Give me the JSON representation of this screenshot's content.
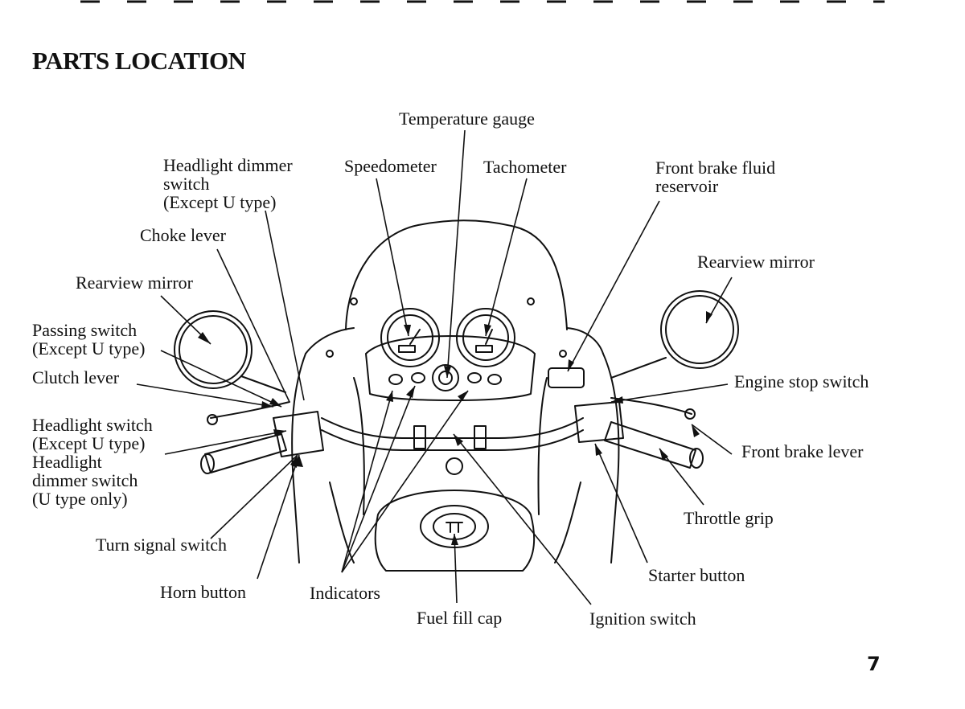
{
  "page": {
    "title": "PARTS LOCATION",
    "page_number": "7"
  },
  "labels": {
    "temperature_gauge": "Temperature gauge",
    "headlight_dimmer_switch": [
      "Headlight dimmer",
      "switch",
      "(Except U type)"
    ],
    "speedometer": "Speedometer",
    "tachometer": "Tachometer",
    "front_brake_fluid_reservoir": [
      "Front brake fluid",
      "reservoir"
    ],
    "choke_lever": "Choke lever",
    "rearview_mirror_left": "Rearview mirror",
    "rearview_mirror_right": "Rearview mirror",
    "passing_switch": [
      "Passing switch",
      "(Except U type)"
    ],
    "clutch_lever": "Clutch lever",
    "engine_stop_switch": "Engine stop switch",
    "headlight_switch": [
      "Headlight switch",
      "(Except U type)",
      "Headlight",
      "dimmer switch",
      "(U type only)"
    ],
    "front_brake_lever": "Front brake lever",
    "throttle_grip": "Throttle grip",
    "turn_signal_switch": "Turn signal switch",
    "starter_button": "Starter button",
    "horn_button": "Horn button",
    "indicators": "Indicators",
    "fuel_fill_cap": "Fuel fill cap",
    "ignition_switch": "Ignition switch"
  }
}
